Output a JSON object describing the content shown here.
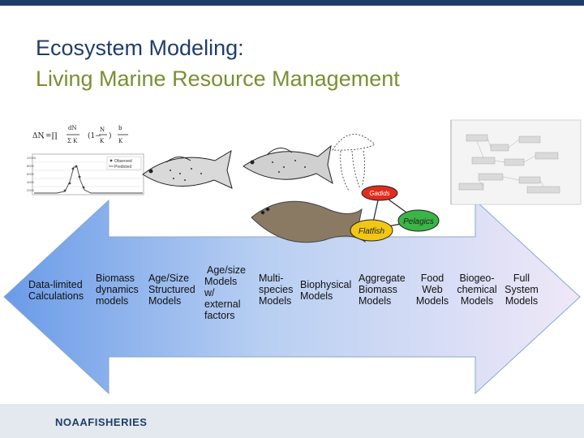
{
  "title": {
    "line1": "Ecosystem Modeling:",
    "line2": "Living Marine Resource Management"
  },
  "figure": {
    "node_top": "Gadids",
    "node_left": "Flatfish",
    "node_right": "Pelagics",
    "chart_legend": [
      "Observed",
      "Predicted"
    ]
  },
  "model_labels": {
    "data_limited": [
      "Data-limited",
      "Calculations"
    ],
    "biomass_dynamics": [
      "Biomass",
      "dynamics",
      "models"
    ],
    "age_size_structured": [
      "Age/Size",
      "Structured",
      "Models"
    ],
    "age_size_external": [
      "Age/size",
      "Models",
      "w/",
      "external",
      "factors"
    ],
    "multi_species": [
      "Multi-",
      "species",
      "Models"
    ],
    "biophysical": [
      "Biophysical",
      "Models"
    ],
    "aggregate_biomass": [
      "Aggregate",
      "Biomass",
      "Models"
    ],
    "food_web": [
      "Food",
      "Web",
      "Models"
    ],
    "biogeochemical": [
      "Biogeo-",
      "chemical",
      "Models"
    ],
    "full_system": [
      "Full",
      "System",
      "Models"
    ]
  },
  "footer": {
    "logo_text_a": "NOAA",
    "logo_text_b": "FISHERIES"
  },
  "colors": {
    "title_blue": "#1f3d6b",
    "title_green": "#7a8f32",
    "arrow_left": "#6a9be8",
    "arrow_right": "#efe8f8"
  }
}
